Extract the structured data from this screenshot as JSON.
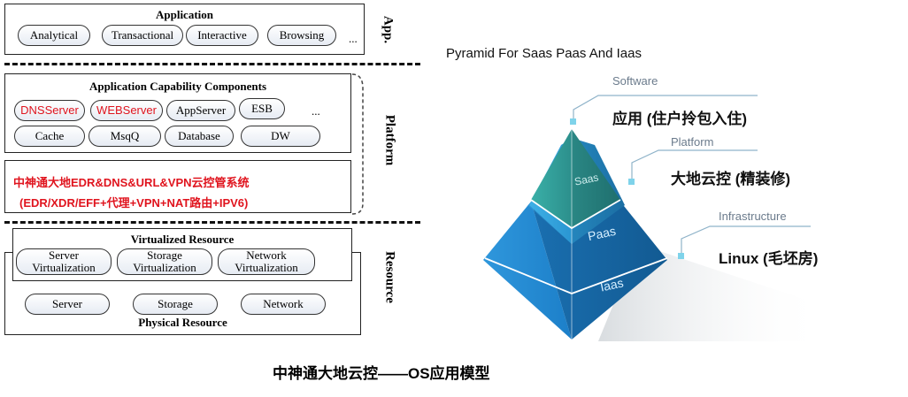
{
  "left": {
    "app": {
      "title": "Application",
      "items": [
        "Analytical",
        "Transactional",
        "Interactive",
        "Browsing"
      ],
      "ellipsis": "...",
      "side_label": "App."
    },
    "platform": {
      "title": "Application Capability Components",
      "row1": [
        "DNSServer",
        "WEBServer",
        "AppServer",
        "ESB"
      ],
      "row2": [
        "Cache",
        "MsqQ",
        "Database",
        "DW"
      ],
      "ellipsis": "...",
      "cn_line1": "中神通大地EDR&DNS&URL&VPN云控管系统",
      "cn_line2": "(EDR/XDR/EFF+代理+VPN+NAT路由+IPV6)",
      "side_label": "Platform"
    },
    "resource": {
      "virt_title": "Virtualized Resource",
      "virt_items": [
        "Server\nVirtualization",
        "Storage\nVirtualization",
        "Network\nVirtualization"
      ],
      "phys_items": [
        "Server",
        "Storage",
        "Network"
      ],
      "phys_title": "Physical Resource",
      "side_label": "Resource"
    }
  },
  "pyramid": {
    "title": "Pyramid For Saas Paas And Iaas",
    "tiers": [
      {
        "label": "Software",
        "text": "应用    (住户拎包入住)",
        "face": "Saas"
      },
      {
        "label": "Platform",
        "text": "大地云控  (精装修)",
        "face": "Paas"
      },
      {
        "label": "Infrastructure",
        "text": "Linux (毛坯房)",
        "face": "Iaas"
      }
    ],
    "colors": {
      "top": "#2e9e9e",
      "mid": "#2a9ad6",
      "bottom": "#1c7fc9"
    }
  },
  "caption": "中神通大地云控——OS应用模型"
}
